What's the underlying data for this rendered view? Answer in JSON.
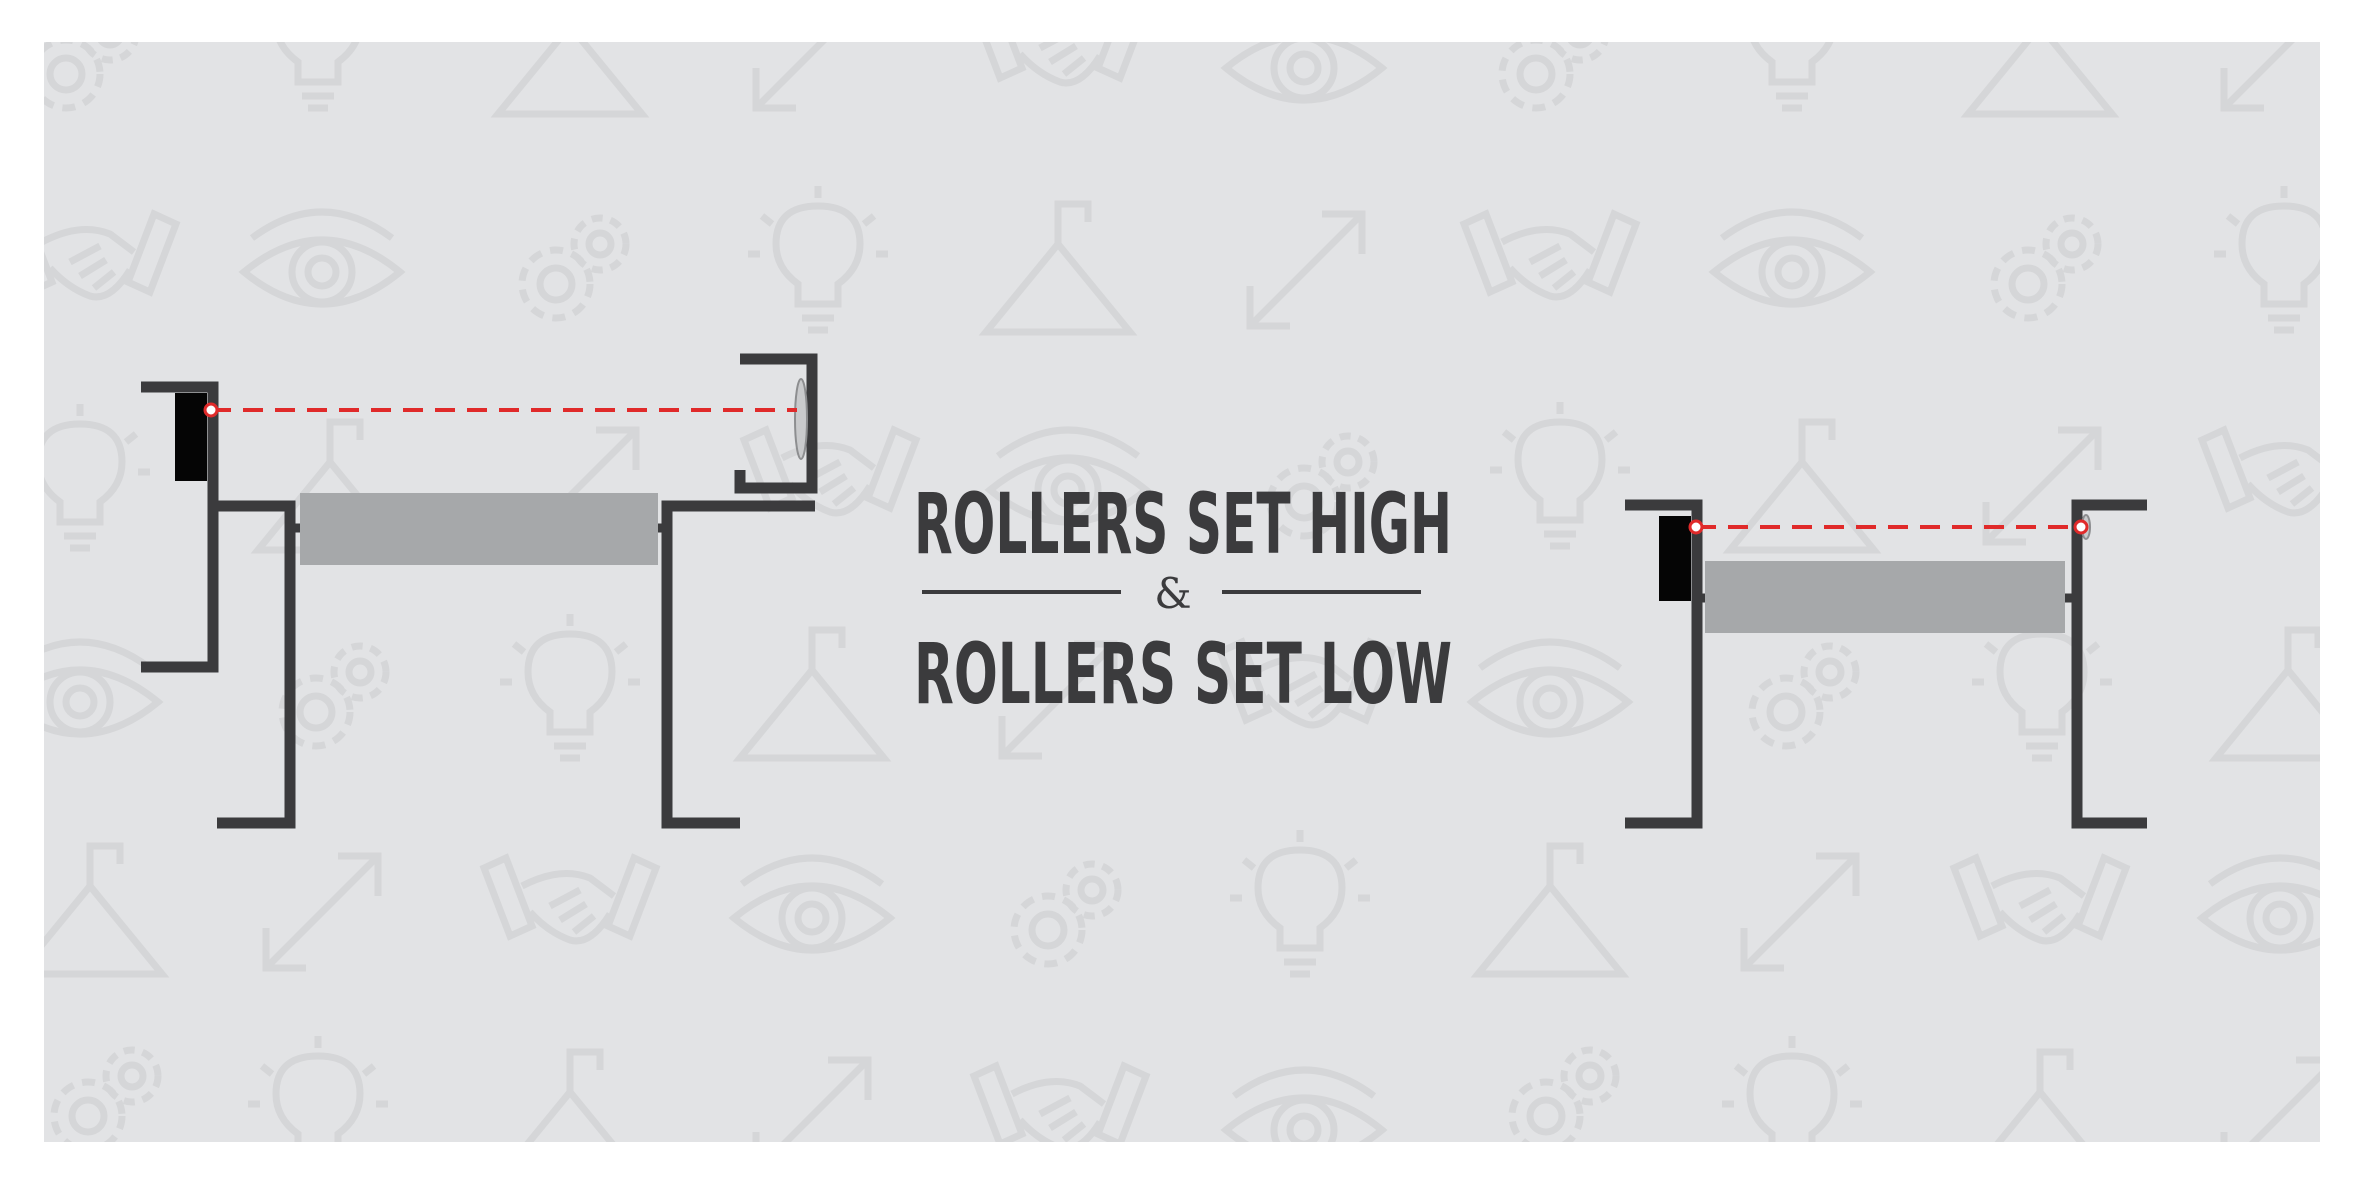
{
  "title": {
    "line1": "ROLLERS SET HIGH",
    "ampersand": "&",
    "line2": "ROLLERS SET LOW"
  },
  "colors": {
    "background": "#e2e3e5",
    "page_border": "#ffffff",
    "frame": "#3b3b3d",
    "roller": "#a6a8aa",
    "sensor": "#050505",
    "beam": "#e02a2a",
    "reflector": "#c9cacc",
    "text": "#3b3b3d",
    "pattern_icons": "#d4d5d7"
  },
  "diagrams": [
    {
      "name": "rollers-set-high"
    },
    {
      "name": "rollers-set-low"
    }
  ],
  "background_icons": [
    "gear-icon",
    "lightbulb-icon",
    "mountain-flag-icon",
    "arrow-icon",
    "handshake-icon",
    "eye-icon"
  ]
}
